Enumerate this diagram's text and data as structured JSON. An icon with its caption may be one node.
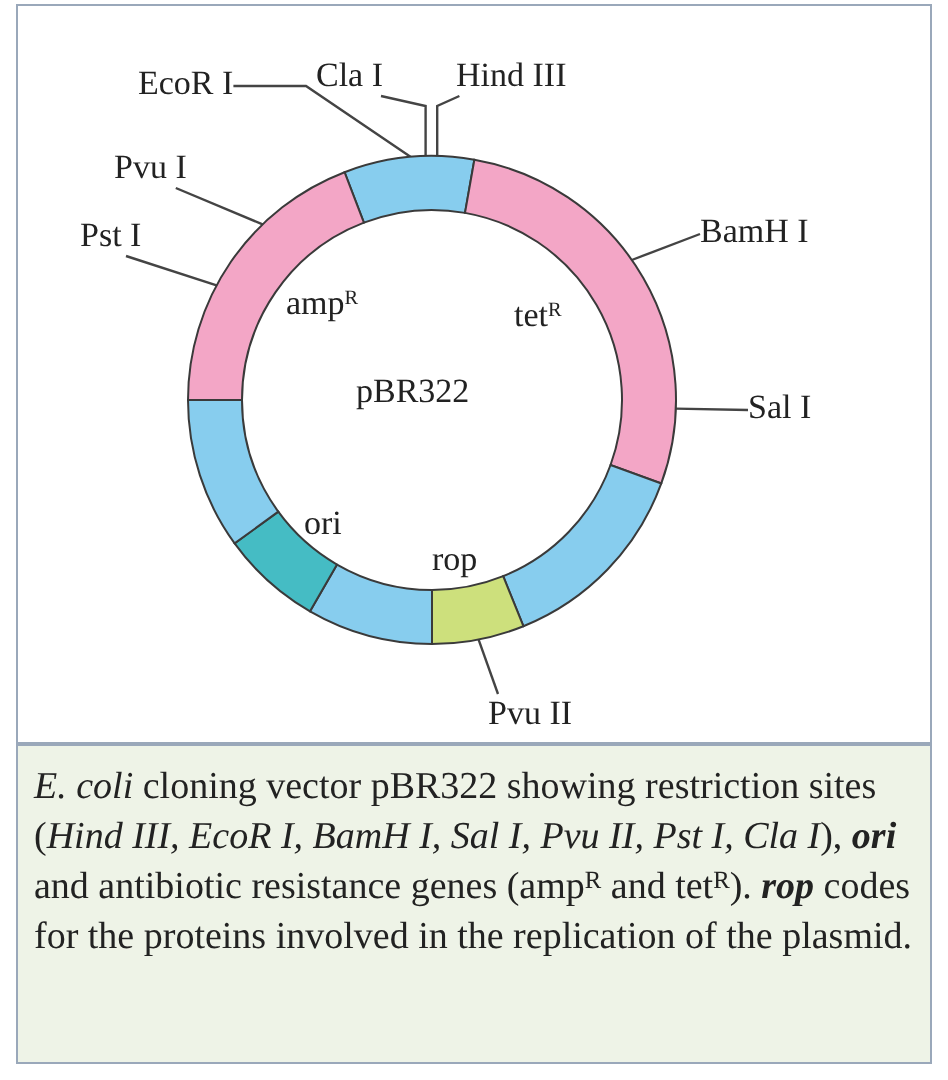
{
  "diagram": {
    "caption": "*E. coli* cloning vector pBR322 showing restriction sites (*Hind III, EcoR I, BamH I, Sal I, Pvu II, Pst I, Cla I*), **ori** and antibiotic resistance genes (amp$^{R}$ and tet$^{R}$). **rop** codes for the proteins involved in the replication of the plasmid.",
    "nodes": [
      {
        "text": [
          "pBR322",
          "amp$^{R}$",
          "tet$^{R}$",
          "ori",
          "rop"
        ]
      },
      {
        "text": [
          "EcoR I"
        ]
      },
      {
        "text": [
          "Cla I"
        ]
      },
      {
        "text": [
          "Hind III"
        ]
      },
      {
        "text": [
          "Pvu I"
        ]
      },
      {
        "text": [
          "Pst I"
        ]
      },
      {
        "text": [
          "BamH I"
        ]
      },
      {
        "text": [
          "Sal I"
        ]
      },
      {
        "text": [
          "Pvu II"
        ]
      }
    ],
    "edges": [
      {
        "from": 1,
        "to": 0,
        "arrow": "none"
      },
      {
        "from": 2,
        "to": 0,
        "arrow": "none"
      },
      {
        "from": 3,
        "to": 0,
        "arrow": "none"
      },
      {
        "from": 4,
        "to": 0,
        "arrow": "none"
      },
      {
        "from": 5,
        "to": 0,
        "arrow": "none"
      },
      {
        "from": 6,
        "to": 0,
        "arrow": "none"
      },
      {
        "from": 7,
        "to": 0,
        "arrow": "none"
      },
      {
        "from": 8,
        "to": 0,
        "arrow": "none"
      }
    ]
  }
}
